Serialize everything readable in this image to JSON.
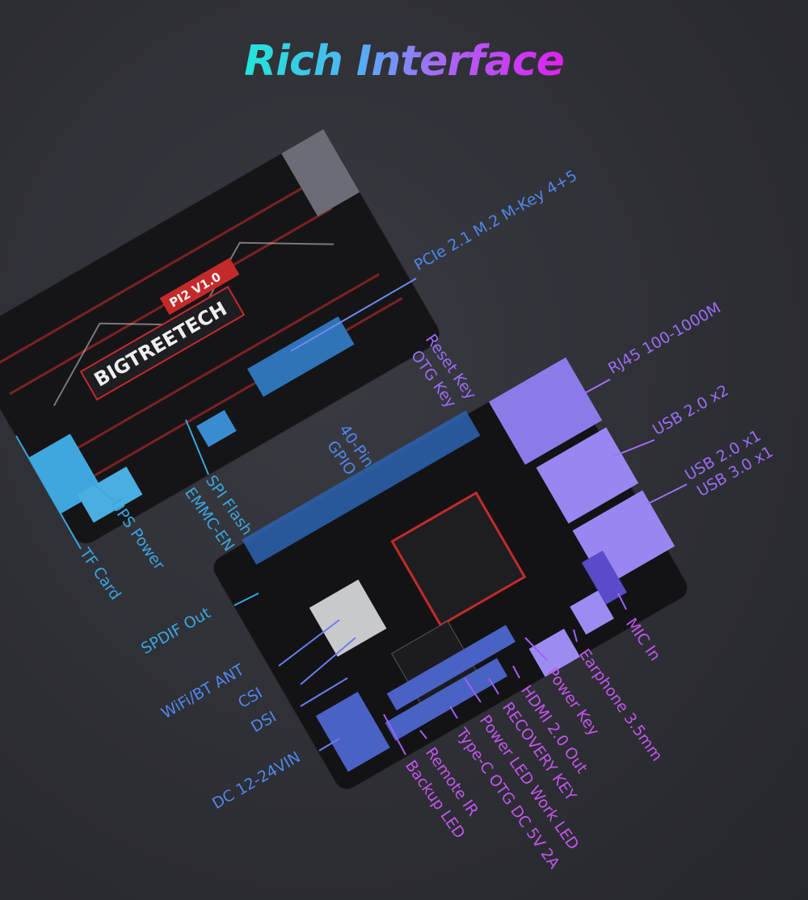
{
  "title": "Rich Interface",
  "colors": {
    "left_labels": "#4f86ee",
    "left_cyan": "#3aa6e0",
    "right_labels": "#9a6cf5",
    "bottom_labels": "#c455ee",
    "background": "#2e2f35"
  },
  "board_marking": {
    "brand": "BIGTREETECH",
    "model": "PI2 V1.0"
  },
  "labels": {
    "pcie": "PCIe 2.1 M.2 M-Key 4+5",
    "rj45": "RJ45 100-1000M",
    "usb2x2": "USB 2.0 x2",
    "usb2x1": "USB 2.0 x1",
    "usb3x1": "USB 3.0 x1",
    "reset_key": "Reset Key",
    "otg_key": "OTG Key",
    "pin40": "40-Pin",
    "gpio": "GPIO",
    "spi_flash": "SPI Flash",
    "emmc_en": "EMMC-EN",
    "ups_power": "UPS Power",
    "tf_card": "TF Card",
    "spdif": "SPDIF Out",
    "wifi": "WiFi/BT ANT",
    "csi": "CSI",
    "dsi": "DSI",
    "dc": "DC 12-24VIN",
    "backup_led": "Backup LED",
    "remote_ir": "Remote IR",
    "typec": "Type-C OTG DC 5V 2A",
    "power_led": "Power LED  Work LED",
    "recovery": "RECOVERY KEY",
    "hdmi": "HDMI 2.0 Out",
    "power_key": "Power Key",
    "earphone": "Earphone 3.5mm",
    "mic": "MIC In"
  }
}
